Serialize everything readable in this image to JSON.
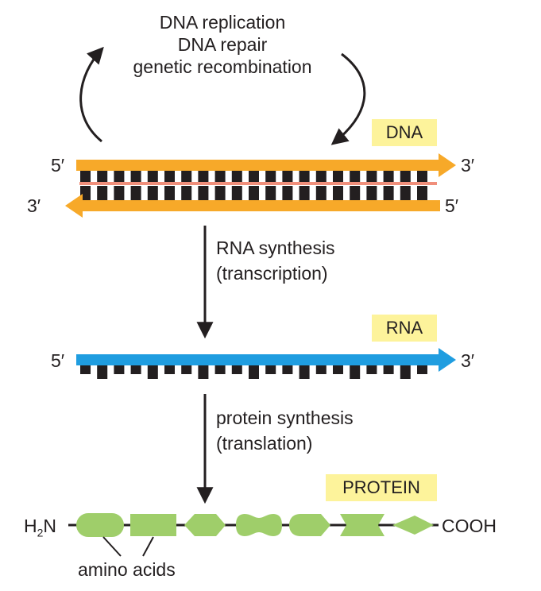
{
  "processes": {
    "line1": "DNA replication",
    "line2": "DNA repair",
    "line3": "genetic recombination"
  },
  "labels": {
    "dna": "DNA",
    "rna": "RNA",
    "protein": "PROTEIN"
  },
  "ends": {
    "five_prime": "5′",
    "three_prime": "3′"
  },
  "steps": {
    "transcription_line1": "RNA synthesis",
    "transcription_line2": "(transcription)",
    "translation_line1": "protein synthesis",
    "translation_line2": "(translation)"
  },
  "termini": {
    "n_terminus_h": "H",
    "n_terminus_sub": "2",
    "n_terminus_n": "N",
    "c_terminus": "COOH"
  },
  "amino_acids_label": "amino acids",
  "colors": {
    "dna_strand": "#f7a929",
    "base_pair_bond": "#f08f7b",
    "rna_strand": "#1f9de0",
    "amino_acid": "#9fce6a",
    "label_highlight": "#fdf39b",
    "bases": "#231f20"
  }
}
